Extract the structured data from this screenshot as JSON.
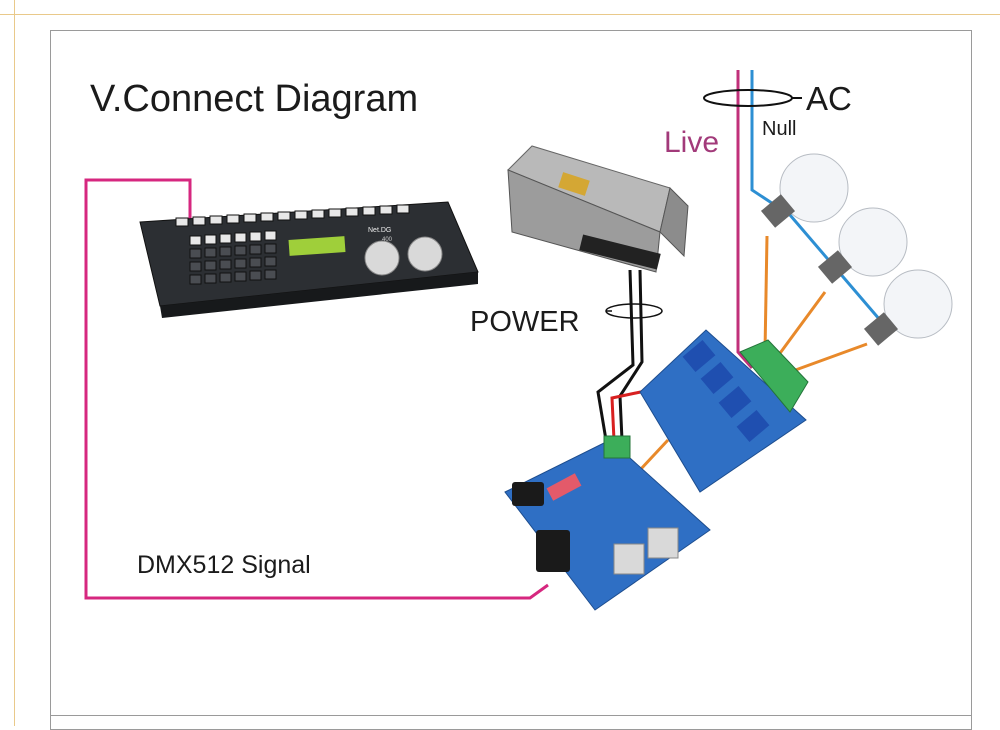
{
  "title": "V.Connect Diagram",
  "labels": {
    "ac": "AC",
    "live": "Live",
    "null": "Null",
    "power": "POWER",
    "signal": "DMX512 Signal"
  },
  "devices": {
    "console_brand": "Net.DG",
    "console_model": "400"
  },
  "colors": {
    "signal_wire": "#d6277f",
    "live_wire": "#c0307a",
    "null_wire": "#2d8fd3",
    "load_wire": "#e8892a",
    "power_wire": "#111111",
    "red_wire": "#d82020"
  }
}
